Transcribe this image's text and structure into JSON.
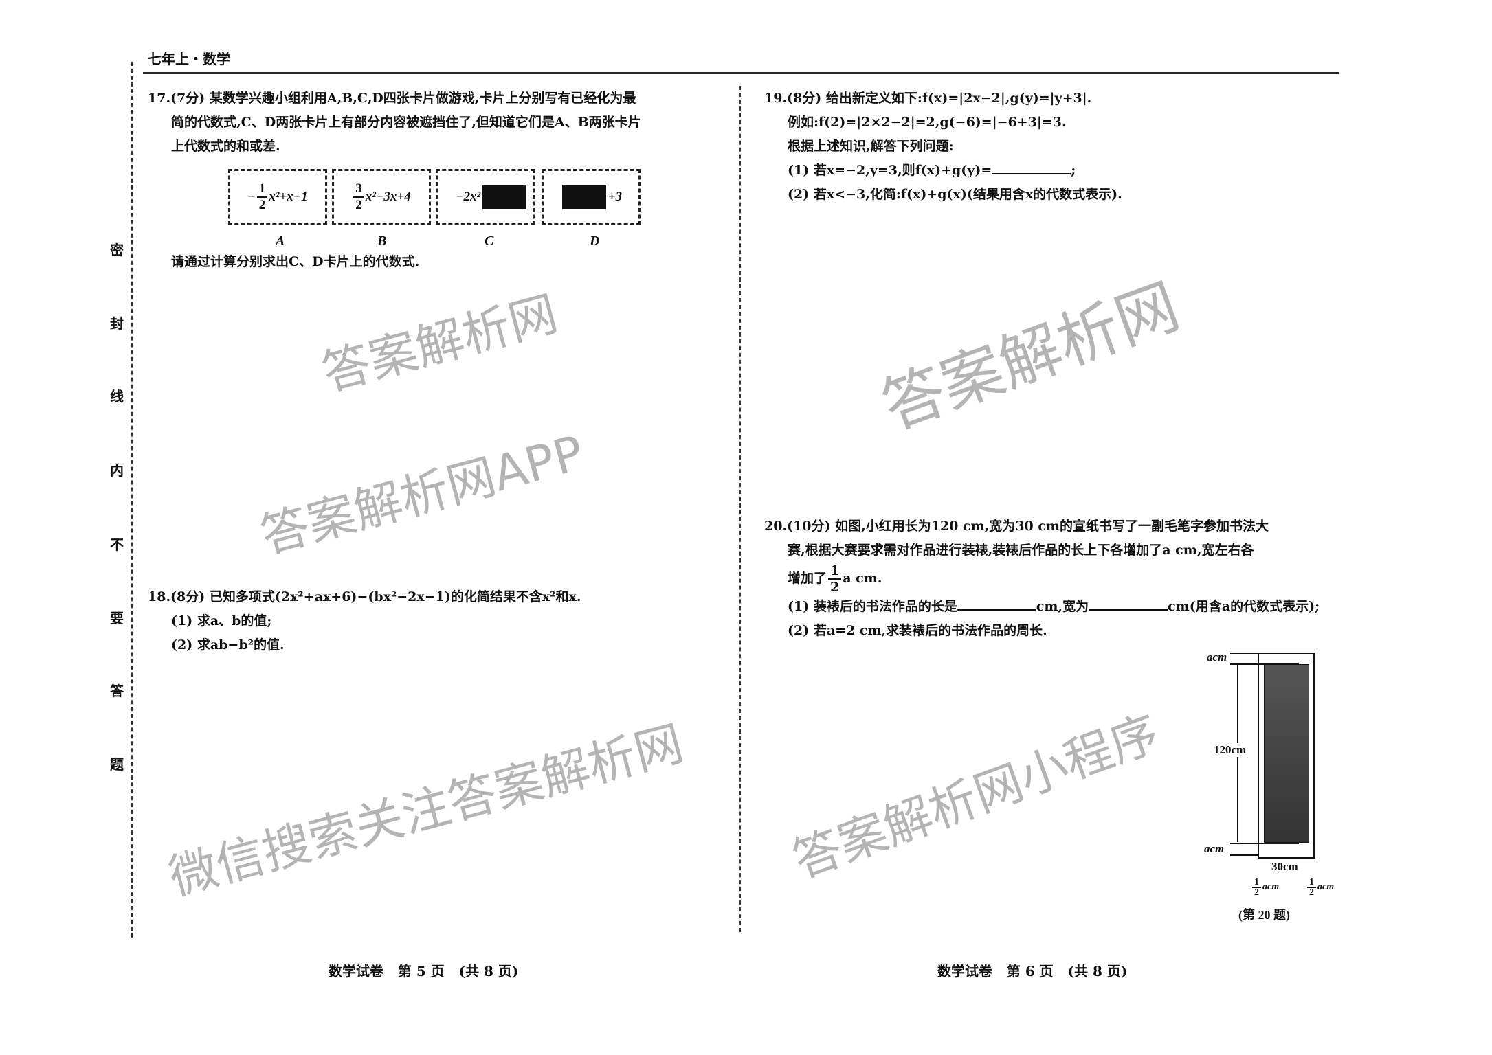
{
  "header": {
    "title": "七年上・数学"
  },
  "seal": [
    "密",
    "封",
    "线",
    "内",
    "不",
    "要",
    "答",
    "题"
  ],
  "q17": {
    "lines": [
      "17.(7分) 某数学兴趣小组利用A,B,C,D四张卡片做游戏,卡片上分别写有已经化为最",
      "简的代数式,C、D两张卡片上有部分内容被遮挡住了,但知道它们是A、B两张卡片",
      "上代数式的和或差."
    ],
    "cards": [
      {
        "label": "A",
        "sign": "−",
        "num": "1",
        "den": "2",
        "rest": "x²+x−1"
      },
      {
        "label": "B",
        "sign": "",
        "num": "3",
        "den": "2",
        "rest": "x²−3x+4"
      },
      {
        "label": "C",
        "visible": "−2x²"
      },
      {
        "label": "D",
        "visible": "+3"
      }
    ],
    "ask": "请通过计算分别求出C、D卡片上的代数式."
  },
  "q18": {
    "lines": [
      "18.(8分) 已知多项式(2x²+ax+6)−(bx²−2x−1)的化简结果不含x²和x.",
      "(1) 求a、b的值;",
      "(2) 求ab−b²的值."
    ]
  },
  "q19": {
    "lines": [
      "19.(8分) 给出新定义如下:f(x)=|2x−2|,g(y)=|y+3|.",
      "例如:f(2)=|2×2−2|=2,g(−6)=|−6+3|=3.",
      "根据上述知识,解答下列问题:"
    ],
    "p1_before": "(1) 若x=−2,y=3,则f(x)+g(y)=",
    "p1_after": ";",
    "p2": "(2) 若x<−3,化简:f(x)+g(x)(结果用含x的代数式表示)."
  },
  "q20": {
    "line1": "20.(10分) 如图,小红用长为120 cm,宽为30 cm的宣纸书写了一副毛笔字参加书法大",
    "line2": "赛,根据大赛要求需对作品进行装裱,装裱后作品的长上下各增加了a cm,宽左右各",
    "line3_before": "增加了",
    "line3_num": "1",
    "line3_den": "2",
    "line3_after": "a cm.",
    "p1_a": "(1) 装裱后的书法作品的长是",
    "p1_b": "cm,宽为",
    "p1_c": "cm(用含a的代数式表示);",
    "p2": "(2) 若a=2 cm,求装裱后的书法作品的周长.",
    "figure": {
      "top": "acm",
      "height": "120cm",
      "bottom": "acm",
      "width": "30cm",
      "left_num": "1",
      "left_den": "2",
      "left_unit": "acm",
      "right_num": "1",
      "right_den": "2",
      "right_unit": "acm",
      "caption": "(第 20 题)"
    }
  },
  "footer": {
    "left": "数学试卷   第 5 页   (共 8 页)",
    "right": "数学试卷   第 6 页   (共 8 页)"
  },
  "watermarks": [
    "答案解析网",
    "答案解析网APP",
    "答案解析网",
    "微信搜索关注答案解析网",
    "答案解析网小程序"
  ]
}
